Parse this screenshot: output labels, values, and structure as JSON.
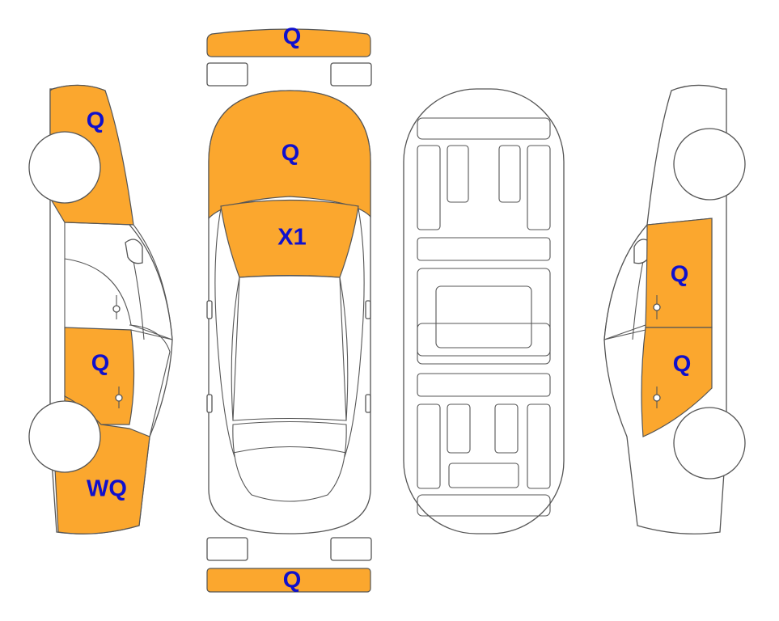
{
  "colors": {
    "damage_fill": "#FBA72E",
    "label_color": "#1010CC",
    "outline": "#555555"
  },
  "zones": {
    "front_bumper": {
      "code": "Q"
    },
    "hood": {
      "code": "Q"
    },
    "windshield": {
      "code": "X1"
    },
    "rear_bumper": {
      "code": "Q"
    },
    "left_front_fender": {
      "code": "Q"
    },
    "left_rear_door": {
      "code": "Q"
    },
    "left_rear_quarter": {
      "code": "WQ"
    },
    "right_rear_door": {
      "code": "Q"
    },
    "right_front_door": {
      "code": "Q"
    }
  }
}
